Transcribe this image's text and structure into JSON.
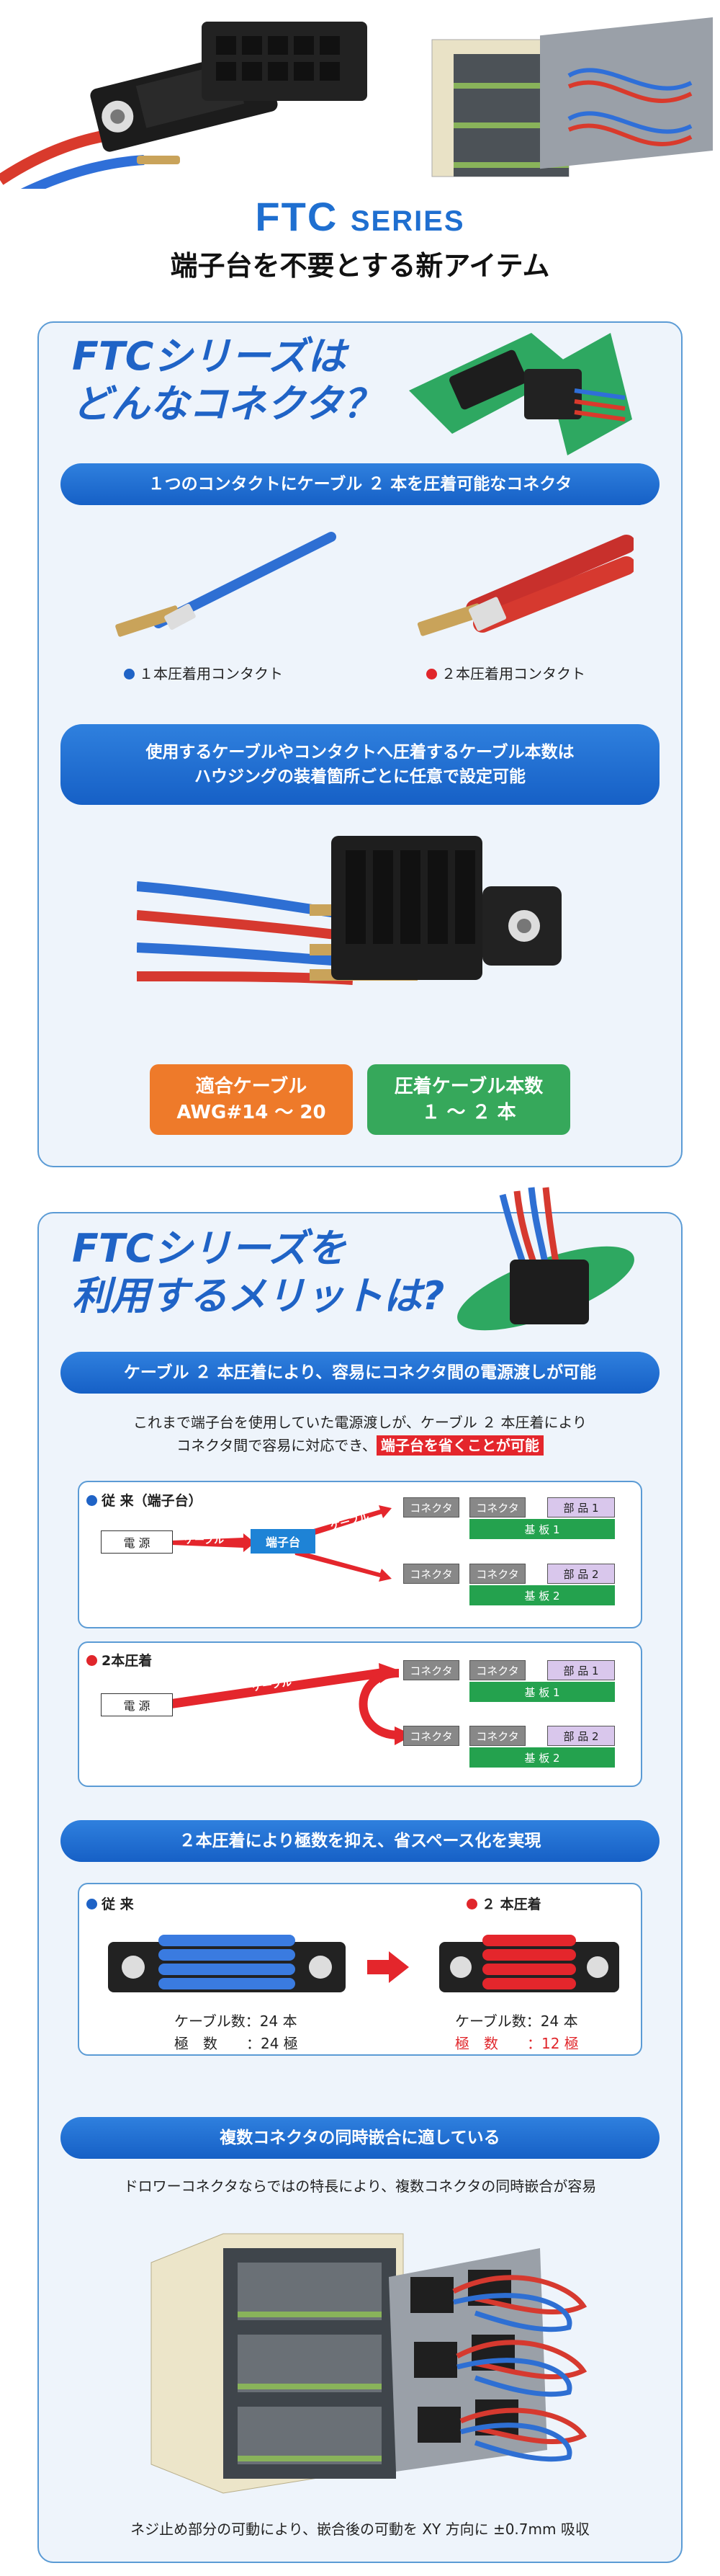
{
  "header": {
    "title_main": "FTC",
    "title_series": "SERIES",
    "subtitle": "端子台を不要とする新アイテム"
  },
  "section1": {
    "title_line1": "FTCシリーズは",
    "title_line2": "どんなコネクタ？",
    "pill1": "１つのコンタクトにケーブル ２ 本を圧着可能なコネクタ",
    "contact_single_label": "１本圧着用コンタクト",
    "contact_double_label": "２本圧着用コンタクト",
    "pill2_line1": "使用するケーブルやコンタクトへ圧着するケーブル本数は",
    "pill2_line2": "ハウジングの装着箇所ごとに任意で設定可能",
    "tag_cable_line1": "適合ケーブル",
    "tag_cable_line2": "AWG#14 ～ 20",
    "tag_count_line1": "圧着ケーブル本数",
    "tag_count_line2": "１ ～ ２ 本"
  },
  "section2": {
    "title_line1": "FTCシリーズを",
    "title_line2": "利用するメリットは?",
    "pill1": "ケーブル ２ 本圧着により、容易にコネクタ間の電源渡しが可能",
    "para_line1": "これまで端子台を使用していた電源渡しが、ケーブル ２ 本圧着により",
    "para_line2": "コネクタ間で容易に対応でき、",
    "para_highlight": "端子台を省くことが可能",
    "diagram_conventional": {
      "label": "従 来（端子台）",
      "power": "電 源",
      "cable": "ケーブル",
      "terminal": "端子台",
      "cable_top": "ケーブル",
      "cable_bottom": "ケーブル",
      "connector": "コネクタ",
      "part1": "部 品 1",
      "part2": "部 品 2",
      "board1": "基 板 1",
      "board2": "基 板 2"
    },
    "diagram_double": {
      "label": "2本圧着",
      "power": "電 源",
      "cable": "ケーブル",
      "connector": "コネクタ",
      "part1": "部 品 1",
      "part2": "部 品 2",
      "board1": "基 板 1",
      "board2": "基 板 2"
    },
    "pill2": "２本圧着により極数を抑え、省スペース化を実現",
    "compare": {
      "left_label": "従 来",
      "right_label": "２ 本圧着",
      "left_cables": "ケーブル数：24 本",
      "left_poles": "極　数　　：24 極",
      "right_cables": "ケーブル数：24 本",
      "right_poles": "極　数　　：12 極"
    },
    "pill3": "複数コネクタの同時嵌合に適している",
    "para2": "ドロワーコネクタならではの特長により、複数コネクタの同時嵌合が容易",
    "footer_caption": "ネジ止め部分の可動により、嵌合後の可動を XY 方向に ±0.7mm 吸収"
  },
  "colors": {
    "brand_blue": "#1f63c6",
    "accent_red": "#e0262b",
    "accent_orange": "#ee7a2a",
    "accent_green": "#36a85b",
    "panel_bg": "#eef4fb"
  }
}
